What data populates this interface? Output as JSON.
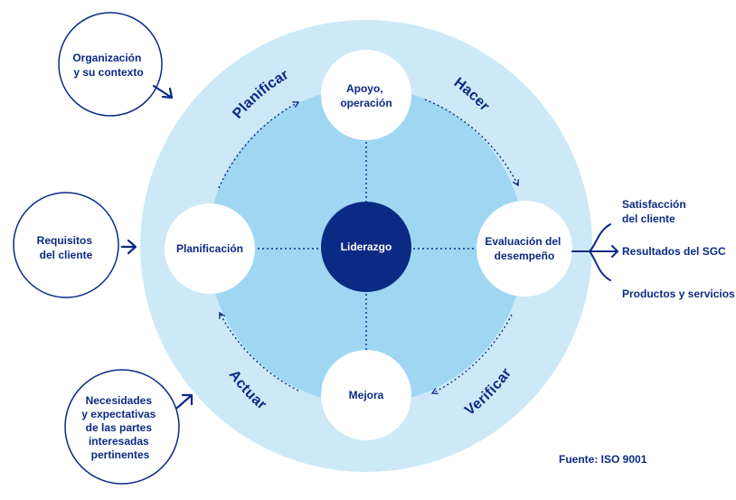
{
  "colors": {
    "navy": "#0b2a83",
    "outer_ring": "#cde9f7",
    "inner_ring": "#9fd7f2",
    "node_fill": "#ffffff",
    "center_fill": "#0b2a83",
    "center_text": "#ffffff"
  },
  "center": {
    "label": "Liderazgo"
  },
  "nodes": {
    "top": {
      "lines": [
        "Apoyo,",
        "operación"
      ]
    },
    "left": {
      "lines": [
        "Planificación"
      ]
    },
    "right": {
      "lines": [
        "Evaluación del",
        "desempeño"
      ]
    },
    "bottom": {
      "lines": [
        "Mejora"
      ]
    }
  },
  "phases": {
    "planificar": "Planificar",
    "hacer": "Hacer",
    "verificar": "Verificar",
    "actuar": "Actuar"
  },
  "inputs": {
    "context": {
      "lines": [
        "Organización",
        "y su contexto"
      ]
    },
    "requirements": {
      "lines": [
        "Requisitos",
        "del cliente"
      ]
    },
    "needs": {
      "lines": [
        "Necesidades",
        "y expectativas",
        "de las partes",
        "interesadas",
        "pertinentes"
      ]
    }
  },
  "outputs": {
    "satisfaction": {
      "lines": [
        "Satisfacción",
        "del cliente"
      ]
    },
    "results": {
      "lines": [
        "Resultados del SGC"
      ]
    },
    "products": {
      "lines": [
        "Productos y servicios"
      ]
    }
  },
  "source": "Fuente: ISO 9001"
}
